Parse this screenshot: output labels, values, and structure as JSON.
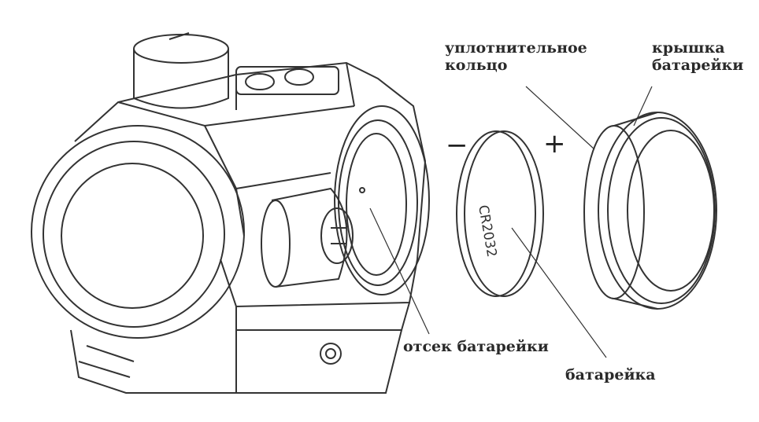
{
  "labels": {
    "seal_ring_line1": "уплотнительное",
    "seal_ring_line2": "кольцо",
    "battery_cap_line1": "крышка",
    "battery_cap_line2": "батарейки",
    "battery_compartment": "отсек батарейки",
    "battery": "батарейка"
  },
  "battery_marking": "CR2032",
  "polarity": {
    "minus": "−",
    "plus": "+"
  },
  "colors": {
    "line": "#333333",
    "text": "#2a2a2a"
  }
}
